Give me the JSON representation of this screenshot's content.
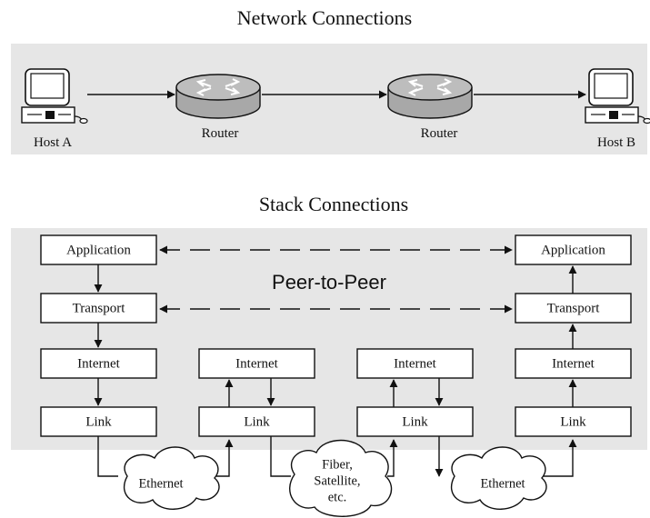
{
  "top": {
    "title": "Network Connections",
    "host_a": "Host A",
    "router_1": "Router",
    "router_2": "Router",
    "host_b": "Host B"
  },
  "bottom": {
    "title": "Stack Connections",
    "peer_label": "Peer-to-Peer",
    "host_a_stack": [
      "Application",
      "Transport",
      "Internet",
      "Link"
    ],
    "router_1_stack": [
      "Internet",
      "Link"
    ],
    "router_2_stack": [
      "Internet",
      "Link"
    ],
    "host_b_stack": [
      "Application",
      "Transport",
      "Internet",
      "Link"
    ],
    "clouds": {
      "left": "Ethernet",
      "middle": [
        "Fiber,",
        "Satellite,",
        "etc."
      ],
      "right": "Ethernet"
    }
  },
  "colors": {
    "panel": "#e6e6e6",
    "router": "#a8a8a8",
    "box": "#ffffff",
    "ink": "#111111"
  }
}
